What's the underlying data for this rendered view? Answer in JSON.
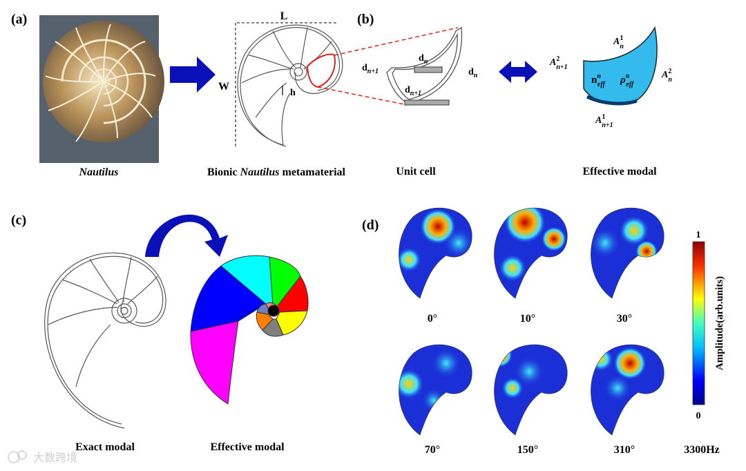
{
  "panels": {
    "a": {
      "tag": "(a)",
      "photo_caption": "Nautilus",
      "caption_prefix": "Bionic ",
      "caption_italic": "Nautilus",
      "caption_suffix": " metamaterial",
      "dim_L": "L",
      "dim_W": "W",
      "dim_h": "h"
    },
    "b": {
      "tag": "(b)",
      "unit_cell_caption": "Unit cell",
      "effective_caption": "Effective modal",
      "d_n": "d",
      "d_n_sub": "n",
      "d_n1": "d",
      "d_n1_sub": "n+1",
      "A1n": "A",
      "A1n_sup": "1",
      "A1n_sub": "n",
      "A2n": "A",
      "A2n_sup": "2",
      "A2n_sub": "n",
      "A1n1": "A",
      "A1n1_sup": "1",
      "A1n1_sub": "n+1",
      "A2n1": "A",
      "A2n1_sup": "2",
      "A2n1_sub": "n+1",
      "n_eff": "n",
      "n_eff_sup": "n",
      "n_eff_sub": "eff",
      "rho_eff": "ρ",
      "rho_eff_sup": "n",
      "rho_eff_sub": "eff"
    },
    "c": {
      "tag": "(c)",
      "exact_caption": "Exact modal",
      "effective_caption": "Effective modal",
      "segment_colors": [
        "#ff00ff",
        "#0000ff",
        "#00ffff",
        "#00ff00",
        "#ff0000",
        "#ffff00",
        "#7f7f7f",
        "#ff7f00",
        "#6f7fbf",
        "#ff7f7f",
        "#000000"
      ]
    },
    "d": {
      "tag": "(d)",
      "angles": [
        "0°",
        "10°",
        "30°",
        "70°",
        "150°",
        "310°"
      ],
      "frequency": "3300Hz",
      "colorbar_max": "1",
      "colorbar_min": "0",
      "colorbar_label": "Amplitude(arb.units)"
    }
  },
  "colors": {
    "arrow_blue": "#0a10b8",
    "red_highlight": "#e0201c",
    "effective_fill": "#33bbee",
    "field_blue": "#1a2fd6"
  },
  "watermark": "大数跨境"
}
